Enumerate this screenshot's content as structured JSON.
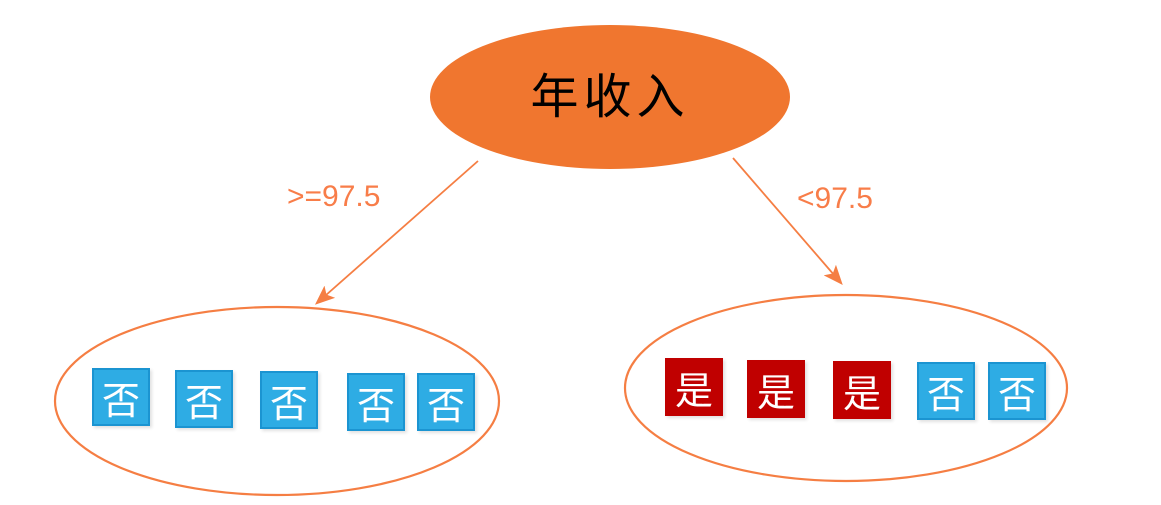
{
  "colors": {
    "background": "#FFFFFF",
    "orange-fill": "#F0762F",
    "orange-stroke": "#F57E43",
    "label-orange": "#F87D49",
    "blue-fill": "#2EACE4",
    "blue-border": "#1B94D1",
    "red-fill": "#C00000",
    "square-text": "#FFFFFF",
    "root-text": "#000000"
  },
  "tree": {
    "root": {
      "label": "年收入"
    },
    "branches": {
      "left": {
        "condition": ">=97.5"
      },
      "right": {
        "condition": "<97.5"
      }
    },
    "leaves": {
      "left": {
        "items": [
          {
            "label": "否",
            "type": "no"
          },
          {
            "label": "否",
            "type": "no"
          },
          {
            "label": "否",
            "type": "no"
          },
          {
            "label": "否",
            "type": "no"
          },
          {
            "label": "否",
            "type": "no"
          }
        ]
      },
      "right": {
        "items": [
          {
            "label": "是",
            "type": "yes"
          },
          {
            "label": "是",
            "type": "yes"
          },
          {
            "label": "是",
            "type": "yes"
          },
          {
            "label": "否",
            "type": "no"
          },
          {
            "label": "否",
            "type": "no"
          }
        ]
      }
    }
  }
}
